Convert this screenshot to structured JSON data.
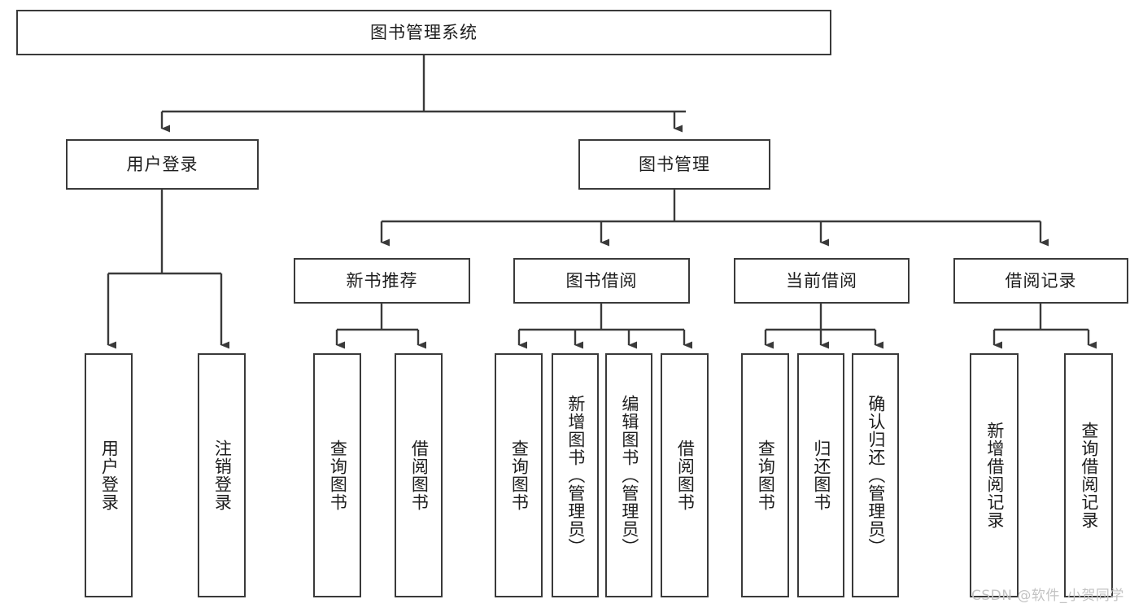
{
  "diagram": {
    "type": "tree-hierarchy",
    "title": "图书管理系统",
    "levels": {
      "root": {
        "label": "图书管理系统"
      },
      "level2": [
        {
          "id": "user-login",
          "label": "用户登录"
        },
        {
          "id": "book-manage",
          "label": "图书管理"
        }
      ],
      "level3": [
        {
          "id": "new-book-rec",
          "label": "新书推荐",
          "parent": "book-manage"
        },
        {
          "id": "book-borrow",
          "label": "图书借阅",
          "parent": "book-manage"
        },
        {
          "id": "current-borrow",
          "label": "当前借阅",
          "parent": "book-manage"
        },
        {
          "id": "borrow-record",
          "label": "借阅记录",
          "parent": "book-manage"
        }
      ],
      "leaves": [
        {
          "id": "leaf-1",
          "label": "用户登录",
          "parent": "user-login"
        },
        {
          "id": "leaf-2",
          "label": "注销登录",
          "parent": "user-login"
        },
        {
          "id": "leaf-3",
          "label": "查询图书",
          "parent": "new-book-rec"
        },
        {
          "id": "leaf-4",
          "label": "借阅图书",
          "parent": "new-book-rec"
        },
        {
          "id": "leaf-5",
          "label": "查询图书",
          "parent": "book-borrow"
        },
        {
          "id": "leaf-6",
          "label": "新增图书（管理员）",
          "parent": "book-borrow"
        },
        {
          "id": "leaf-7",
          "label": "编辑图书（管理员）",
          "parent": "book-borrow"
        },
        {
          "id": "leaf-8",
          "label": "借阅图书",
          "parent": "book-borrow"
        },
        {
          "id": "leaf-9",
          "label": "查询图书",
          "parent": "current-borrow"
        },
        {
          "id": "leaf-10",
          "label": "归还图书",
          "parent": "current-borrow"
        },
        {
          "id": "leaf-11",
          "label": "确认归还（管理员）",
          "parent": "current-borrow"
        },
        {
          "id": "leaf-12",
          "label": "新增借阅记录",
          "parent": "borrow-record"
        },
        {
          "id": "leaf-13",
          "label": "查询借阅记录",
          "parent": "borrow-record"
        }
      ]
    }
  },
  "watermark": {
    "text": "CSDN @软件_小贺同学"
  },
  "colors": {
    "box_border": "#3a3a3a",
    "box_fill": "#ffffff",
    "line": "#3a3a3a",
    "text": "#1d1d1d",
    "watermark": "#c3c3c3",
    "background": "#ffffff"
  }
}
